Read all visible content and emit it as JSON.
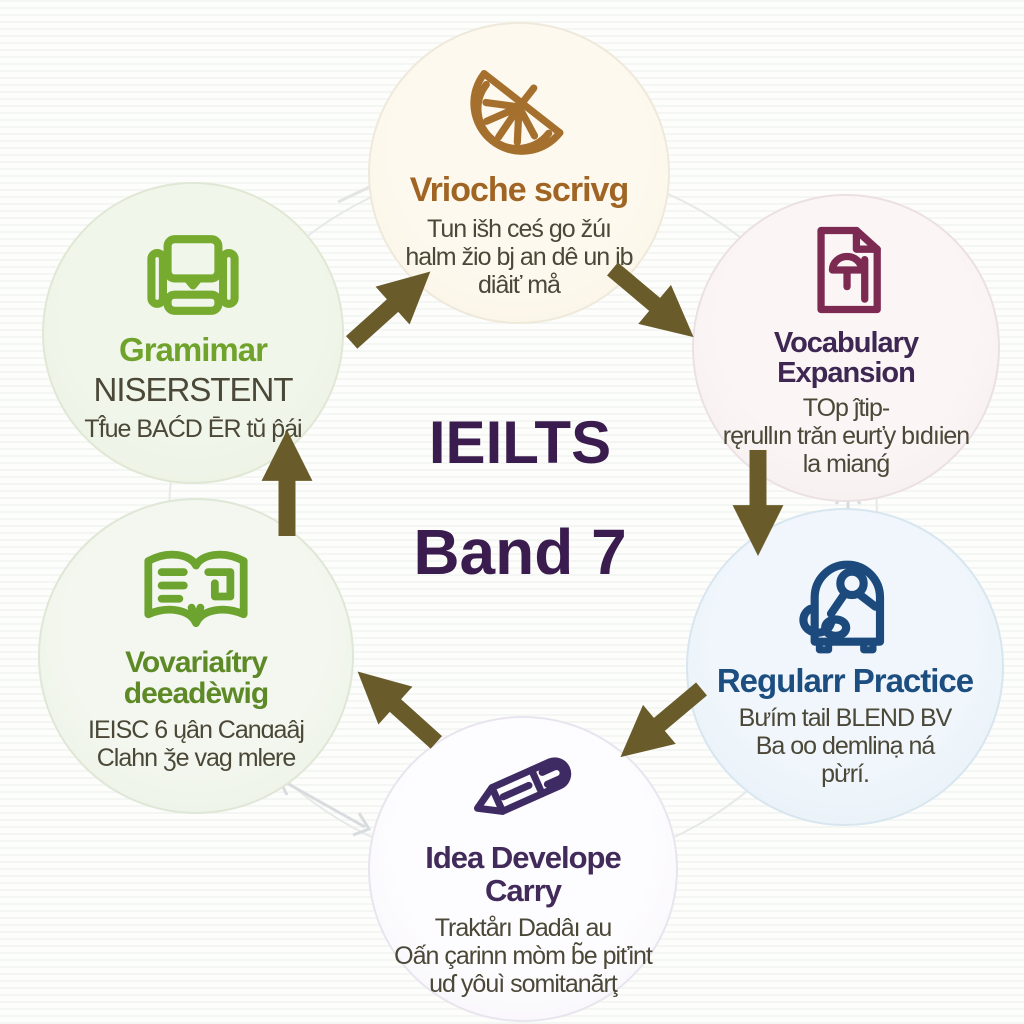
{
  "diagram": {
    "center": {
      "line1": "IEILTS",
      "line2": "Band 7",
      "color": "#3a1d4e"
    },
    "nodes": [
      {
        "id": "brioche-writing",
        "title": "Vrioche scrivg",
        "lines": [
          "Tun išh ceś go žúı",
          "halm žio bj an dê un ib",
          "diâiť må"
        ],
        "icon": "citrus-slice-icon",
        "title_color": "#a06524",
        "icon_color": "#a5702d",
        "circle_tint": "#fdf9ee"
      },
      {
        "id": "vocabulary-expansion",
        "title": "Vocabulary Expansion",
        "lines": [
          "TOp ĵtip-",
          "ręrullın trǎn eurťy bıdıien",
          "la mianǵ"
        ],
        "icon": "document-icon",
        "title_color": "#3e2752",
        "icon_color": "#7d2a52",
        "circle_tint": "#fbf5f5"
      },
      {
        "id": "regular-practice",
        "title": "Regularr Practice",
        "lines": [
          "Bưím tail BLEND BV",
          "Ba oo demlinạ ná",
          "pừrí."
        ],
        "icon": "person-monitor-icon",
        "title_color": "#1d4e80",
        "icon_color": "#1d4a7d",
        "circle_tint": "#eef5fa"
      },
      {
        "id": "idea-development",
        "title": "Idea Develope Carry",
        "lines": [
          "Traktårı Dadâı au",
          "Oấn çarinn mòm b̃e piťint",
          "uɗ yôuì somitanãrţ"
        ],
        "icon": "pen-icon",
        "title_color": "#422a5a",
        "icon_color": "#3f2b63",
        "circle_tint": "#fdfcfe"
      },
      {
        "id": "vocabulary-reading",
        "title": "Vovariaítry deeadèwig",
        "lines": [
          "IEISC 6 ųân Canɑaâj",
          "Clahn ǯe vag mlere"
        ],
        "icon": "open-book-icon",
        "title_color": "#5d8a26",
        "icon_color": "#6da32f",
        "circle_tint": "#f3f7ef"
      },
      {
        "id": "grammar",
        "title": "Gramimar",
        "subtitle": "NISERSTENT",
        "lines": [
          "Tf̂ue BAĆD ĒR tŭ p̂ái"
        ],
        "icon": "sofa-icon",
        "title_color": "#6fa32c",
        "icon_color": "#76ab2f",
        "circle_tint": "#f1f6eb"
      }
    ],
    "arrow_color": "#6a5c2a",
    "faint_line_color": "#d9dcde"
  }
}
